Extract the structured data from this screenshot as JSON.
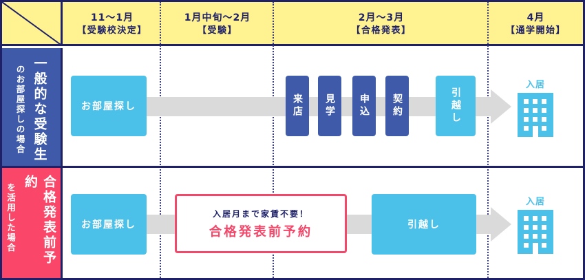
{
  "colors": {
    "navy": "#1e2168",
    "header_bg": "#fff291",
    "row1_bg": "#3f5aa8",
    "row2_bg": "#fa4668",
    "cyan_box": "#4bc0e8",
    "navy_box": "#3f5aa8",
    "arrow_gray": "#dadada",
    "promo_pink": "#f2486a"
  },
  "header": {
    "columns": [
      {
        "period": "11〜1月",
        "event": "【受験校決定】"
      },
      {
        "period": "1月中旬〜2月",
        "event": "【受験】"
      },
      {
        "period": "2月〜3月",
        "event": "【合格発表】"
      },
      {
        "period": "4月",
        "event": "【通学開始】"
      }
    ]
  },
  "rows": [
    {
      "title": "一般的な受験生",
      "subtitle": "のお部屋探しの場合",
      "steps": {
        "search": "お部屋探し",
        "visit": "来店",
        "viewing": "見学",
        "apply": "申込",
        "contract": "契約",
        "move": "引越し"
      },
      "move_in": {
        "label": "入居",
        "icon": "building-icon"
      }
    },
    {
      "title": "合格発表前予約",
      "subtitle": "を活用した場合",
      "steps": {
        "search": "お部屋探し",
        "move": "引越し"
      },
      "promo": {
        "sub": "入居月まで家賃不要！",
        "main": "合格発表前予約"
      },
      "move_in": {
        "label": "入居",
        "icon": "building-icon"
      }
    }
  ]
}
